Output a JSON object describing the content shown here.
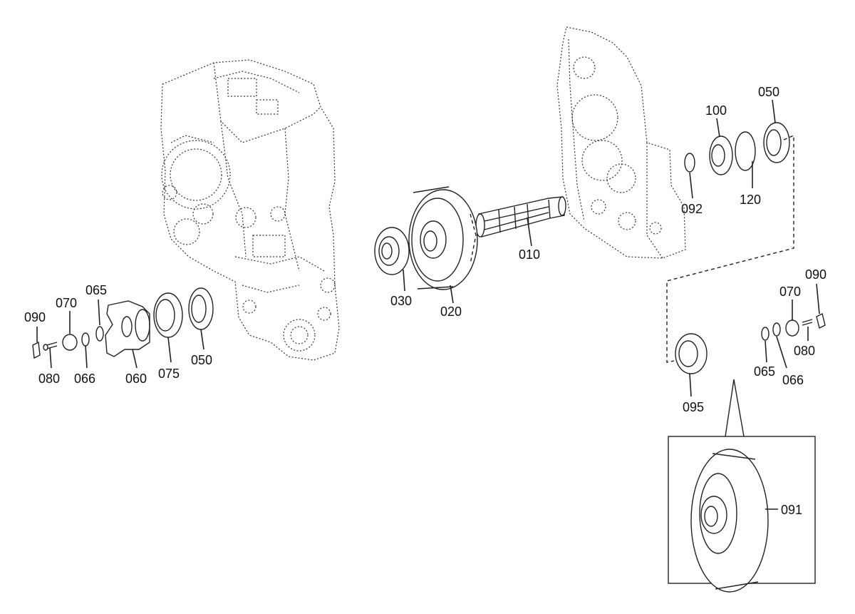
{
  "callouts": {
    "c010": "010",
    "c020": "020",
    "c030": "030",
    "c050a": "050",
    "c050b": "050",
    "c060": "060",
    "c065a": "065",
    "c065b": "065",
    "c066a": "066",
    "c066b": "066",
    "c070a": "070",
    "c070b": "070",
    "c075": "075",
    "c080a": "080",
    "c080b": "080",
    "c090a": "090",
    "c090b": "090",
    "c091": "091",
    "c092": "092",
    "c095": "095",
    "c100": "100",
    "c120": "120"
  },
  "colors": {
    "line": "#222222",
    "background": "#ffffff"
  }
}
